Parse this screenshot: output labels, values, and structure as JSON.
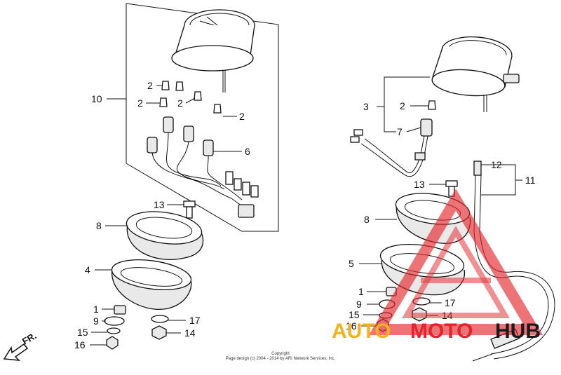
{
  "callouts": {
    "c10": "10",
    "c2a": "2",
    "c2b": "2",
    "c2c": "2",
    "c2d": "2",
    "c6": "6",
    "c13a": "13",
    "c8a": "8",
    "c4": "4",
    "c1a": "1",
    "c9a": "9",
    "c15a": "15",
    "c16a": "16",
    "c17a": "17",
    "c14a": "14",
    "c3": "3",
    "c2e": "2",
    "c7": "7",
    "c12": "12",
    "c11": "11",
    "c13b": "13",
    "c8b": "8",
    "c5": "5",
    "c1b": "1",
    "c9b": "9",
    "c15b": "15",
    "c16b": "16",
    "c17b": "17",
    "c14b": "14"
  },
  "front_marker": "FR.",
  "copyright": {
    "line1": "Copyright",
    "line2": "Page design (c) 2004 - 2014 by ARI Network Services, Inc."
  },
  "watermark": {
    "part1": "AUTO",
    "part2": "MOTO",
    "part3": "HUB",
    "colors": {
      "auto": "#f3b21b",
      "moto": "#e3242b",
      "hub": "#1b1b1b"
    }
  },
  "icons": [
    "front-arrow-icon",
    "automotohub-logo-icon"
  ]
}
